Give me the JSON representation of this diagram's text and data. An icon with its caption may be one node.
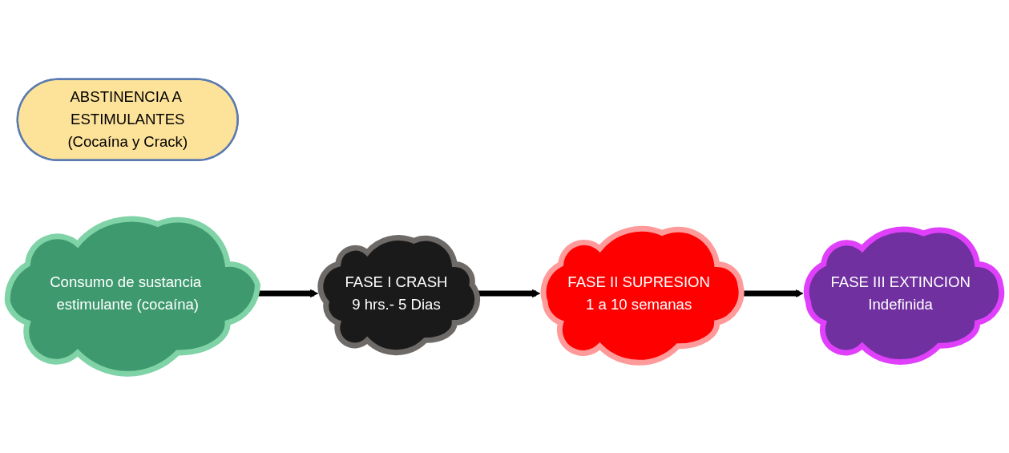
{
  "diagram": {
    "nodes": [
      {
        "text": [
          "ABSTINENCIA A ESTIMULANTES",
          "(Cocaína y Crack)"
        ]
      },
      {
        "text": [
          "Consumo de sustancia estimulante (cocaína)"
        ]
      },
      {
        "text": [
          "FASE I CRASH",
          "9 hrs.- 5 Dias"
        ]
      },
      {
        "text": [
          "FASE II SUPRESION",
          "1 a 10 semanas"
        ]
      },
      {
        "text": [
          "FASE III EXTINCION",
          "Indefinida"
        ]
      }
    ],
    "edges": [
      {
        "from": 1,
        "to": 2,
        "arrow": "to"
      },
      {
        "from": 2,
        "to": 3,
        "arrow": "to"
      },
      {
        "from": 3,
        "to": 4,
        "arrow": "to"
      }
    ]
  }
}
